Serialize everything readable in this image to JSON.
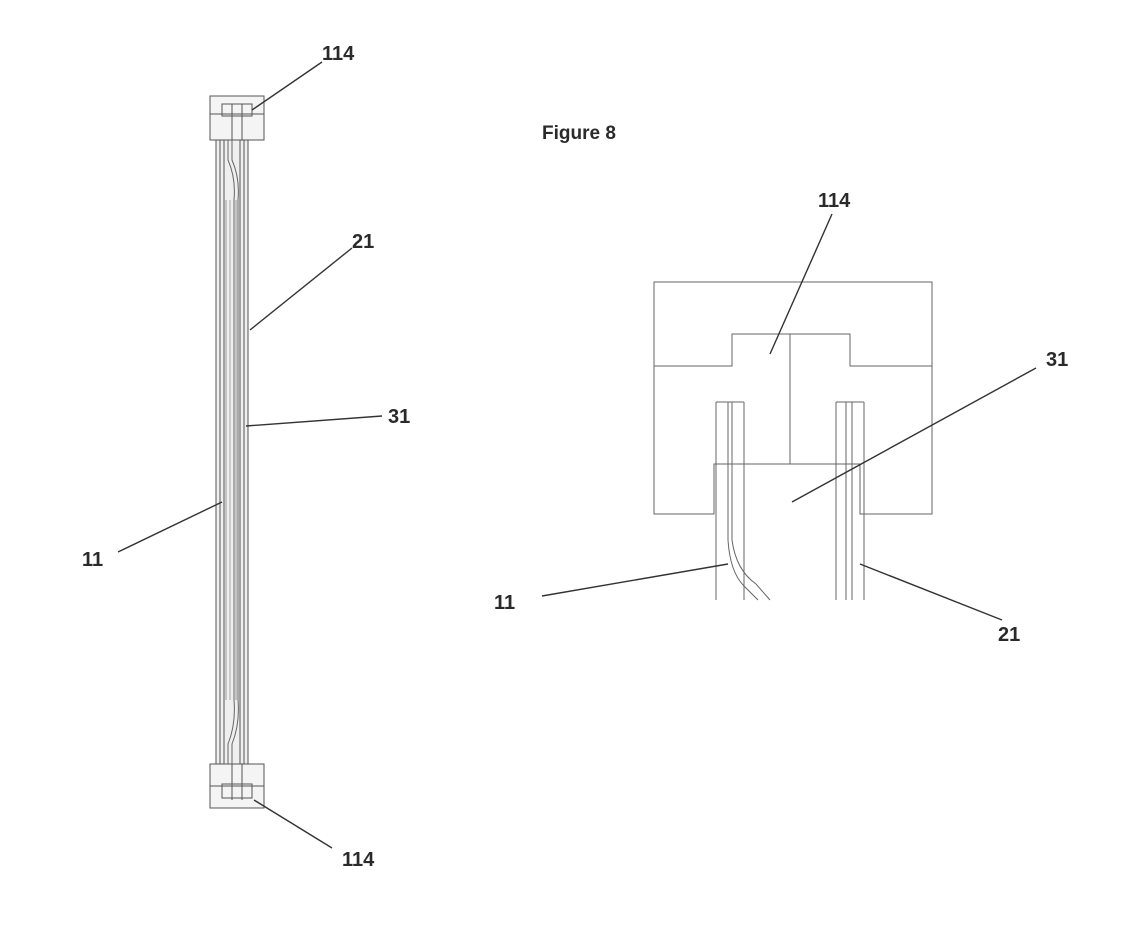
{
  "figure_title": "Figure 8",
  "left_view": {
    "labels": {
      "top_cap": "114",
      "inner_membrane": "21",
      "gap": "31",
      "outer_membrane": "11",
      "bottom_cap": "114"
    }
  },
  "right_view": {
    "labels": {
      "cap": "114",
      "gap": "31",
      "outer_membrane": "11",
      "inner_membrane": "21"
    }
  },
  "colors": {
    "line": "#555555",
    "leader": "#333333",
    "shading": "#cfcfcf",
    "background": "#ffffff"
  }
}
